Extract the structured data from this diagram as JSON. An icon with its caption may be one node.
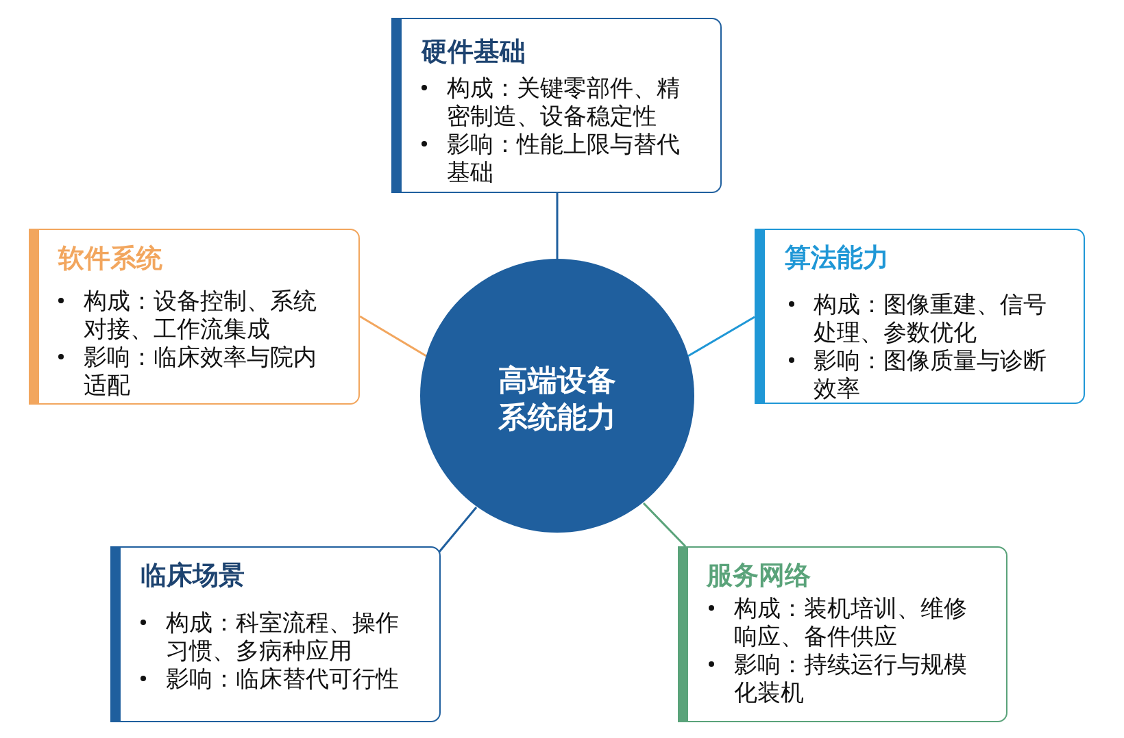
{
  "diagram": {
    "nodes": [
      {
        "text": [
          "高端设备系统能力"
        ]
      },
      {
        "text": [
          "硬件基础",
          "构成：关键零部件、精密制造、设备稳定性",
          "影响：性能上限与替代基础"
        ]
      },
      {
        "text": [
          "软件系统",
          "构成：设备控制、系统对接、工作流集成",
          "影响：临床效率与院内适配"
        ]
      },
      {
        "text": [
          "算法能力",
          "构成：图像重建、信号处理、参数优化",
          "影响：图像质量与诊断效率"
        ]
      },
      {
        "text": [
          "临床场景",
          "构成：科室流程、操作习惯、多病种应用",
          "影响：临床替代可行性"
        ]
      },
      {
        "text": [
          "服务网络",
          "构成：装机培训、维修响应、备件供应",
          "影响：持续运行与规模化装机"
        ]
      }
    ],
    "edges": [
      {
        "from": 0,
        "to": 1,
        "arrow": "none"
      },
      {
        "from": 0,
        "to": 2,
        "arrow": "none",
        "color": "#f2a65e"
      },
      {
        "from": 0,
        "to": 3,
        "arrow": "none",
        "color": "#1f97d6"
      },
      {
        "from": 0,
        "to": 4,
        "arrow": "none"
      },
      {
        "from": 0,
        "to": 5,
        "arrow": "none",
        "color": "#5aa37a"
      }
    ]
  }
}
